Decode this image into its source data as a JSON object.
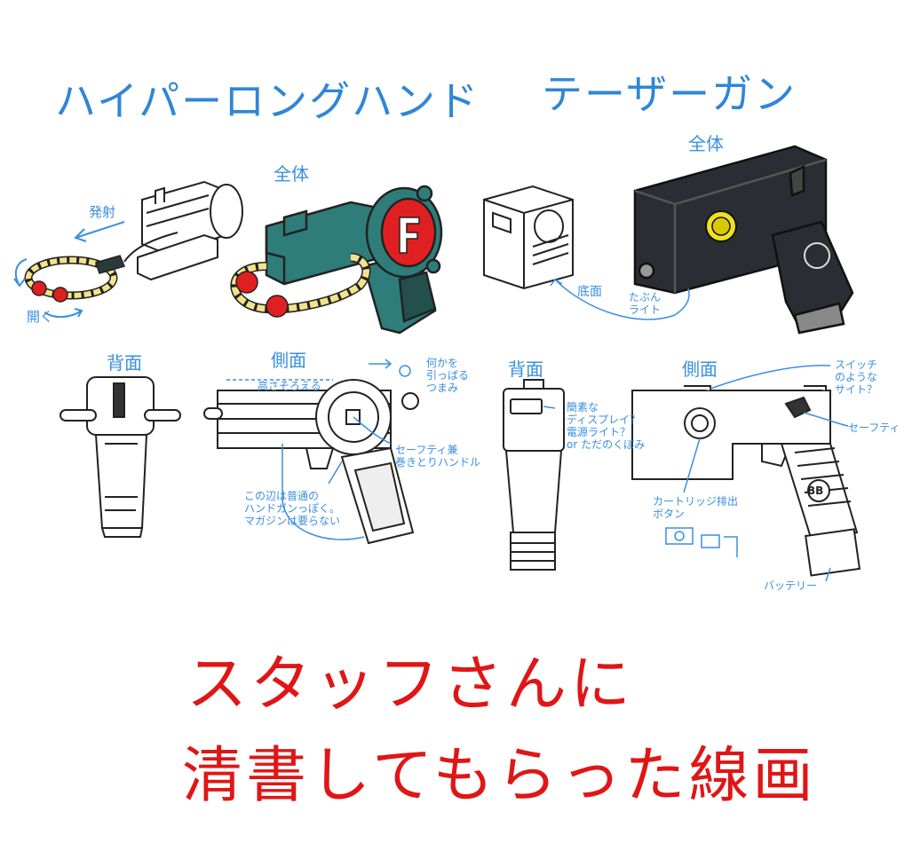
{
  "titles": {
    "left": "ハイパーロングハンド",
    "right": "テーザーガン"
  },
  "left": {
    "overall": "全体",
    "back": "背面",
    "side": "側面",
    "fire": "発射",
    "open": "開く",
    "height_align": "高さそろえる",
    "pull_knob": [
      "何かを",
      "引っぱる",
      "つまみ"
    ],
    "safety_handle": [
      "セーフティ兼",
      "巻きとりハンドル"
    ],
    "handgun_note": [
      "この辺は普通の",
      "ハンドガンっぽく。",
      "マガジンは要らない"
    ]
  },
  "right": {
    "overall": "全体",
    "bottom": "底面",
    "maybe_light": [
      "たぶん",
      "ライト"
    ],
    "back": "背面",
    "side": "側面",
    "display_note": [
      "簡素な",
      "ディスプレイ？",
      "電源ライト？",
      "or ただのくぼみ"
    ],
    "switch_note": [
      "スイッチ",
      "のような",
      "サイト？"
    ],
    "safety": "セーフティ",
    "cartridge_button": [
      "カートリッジ排出",
      "ボタン"
    ],
    "battery": "バッテリー",
    "logo": "BB"
  },
  "caption": {
    "line1": "スタッフさんに",
    "line2": "清書してもらった線画"
  },
  "colors": {
    "teal": "#2e7d7a",
    "red": "#e02020",
    "yellow": "#f3e38a",
    "dark": "#2a2d33",
    "blue": "#3a8fe0",
    "caption_red": "#e01616"
  }
}
